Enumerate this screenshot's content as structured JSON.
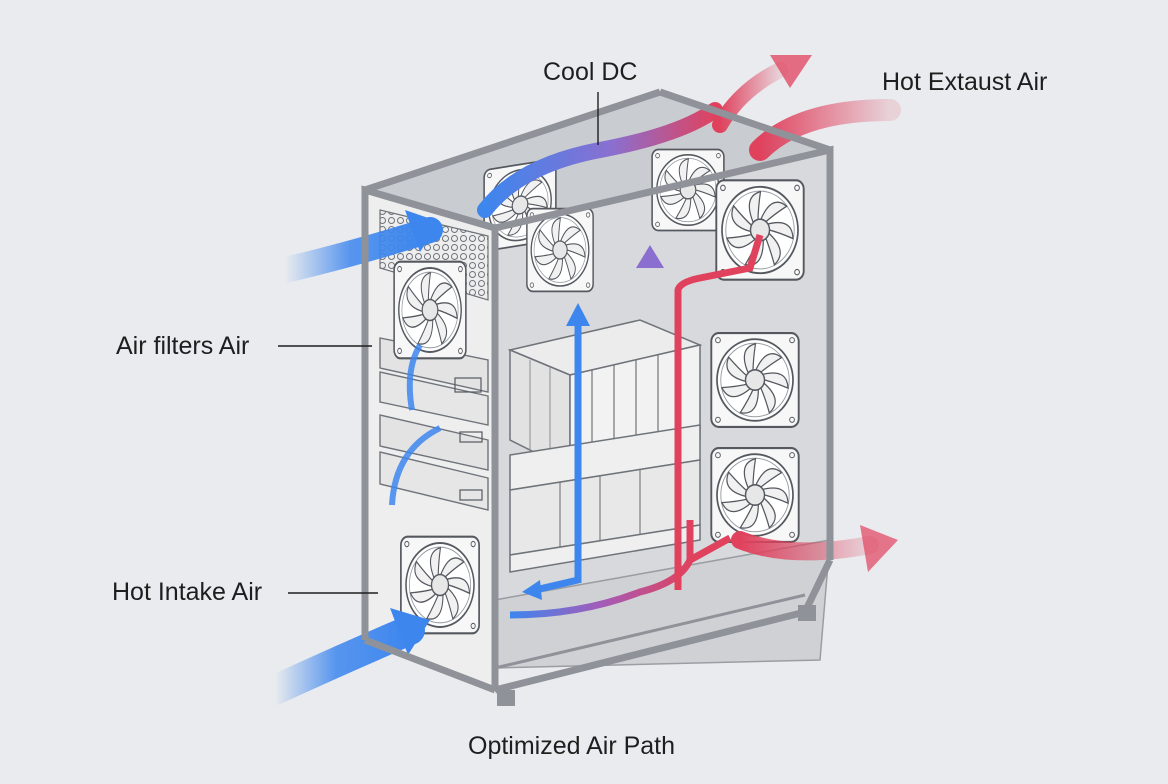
{
  "labels": {
    "cool_dc": "Cool DC",
    "hot_exhaust": "Hot Extaust Air",
    "air_filters": "Air filters Air",
    "hot_intake": "Hot Intake Air"
  },
  "caption": "Optimized Air Path",
  "colors": {
    "cool_air": "#3d86ee",
    "hot_air": "#e0425e",
    "mixed_air": "#8a6fd0",
    "frame": "#8f9399",
    "background": "#e9ebee"
  },
  "icons": {
    "fan": "fan-icon",
    "airflow": "airflow-arrow-icon"
  }
}
